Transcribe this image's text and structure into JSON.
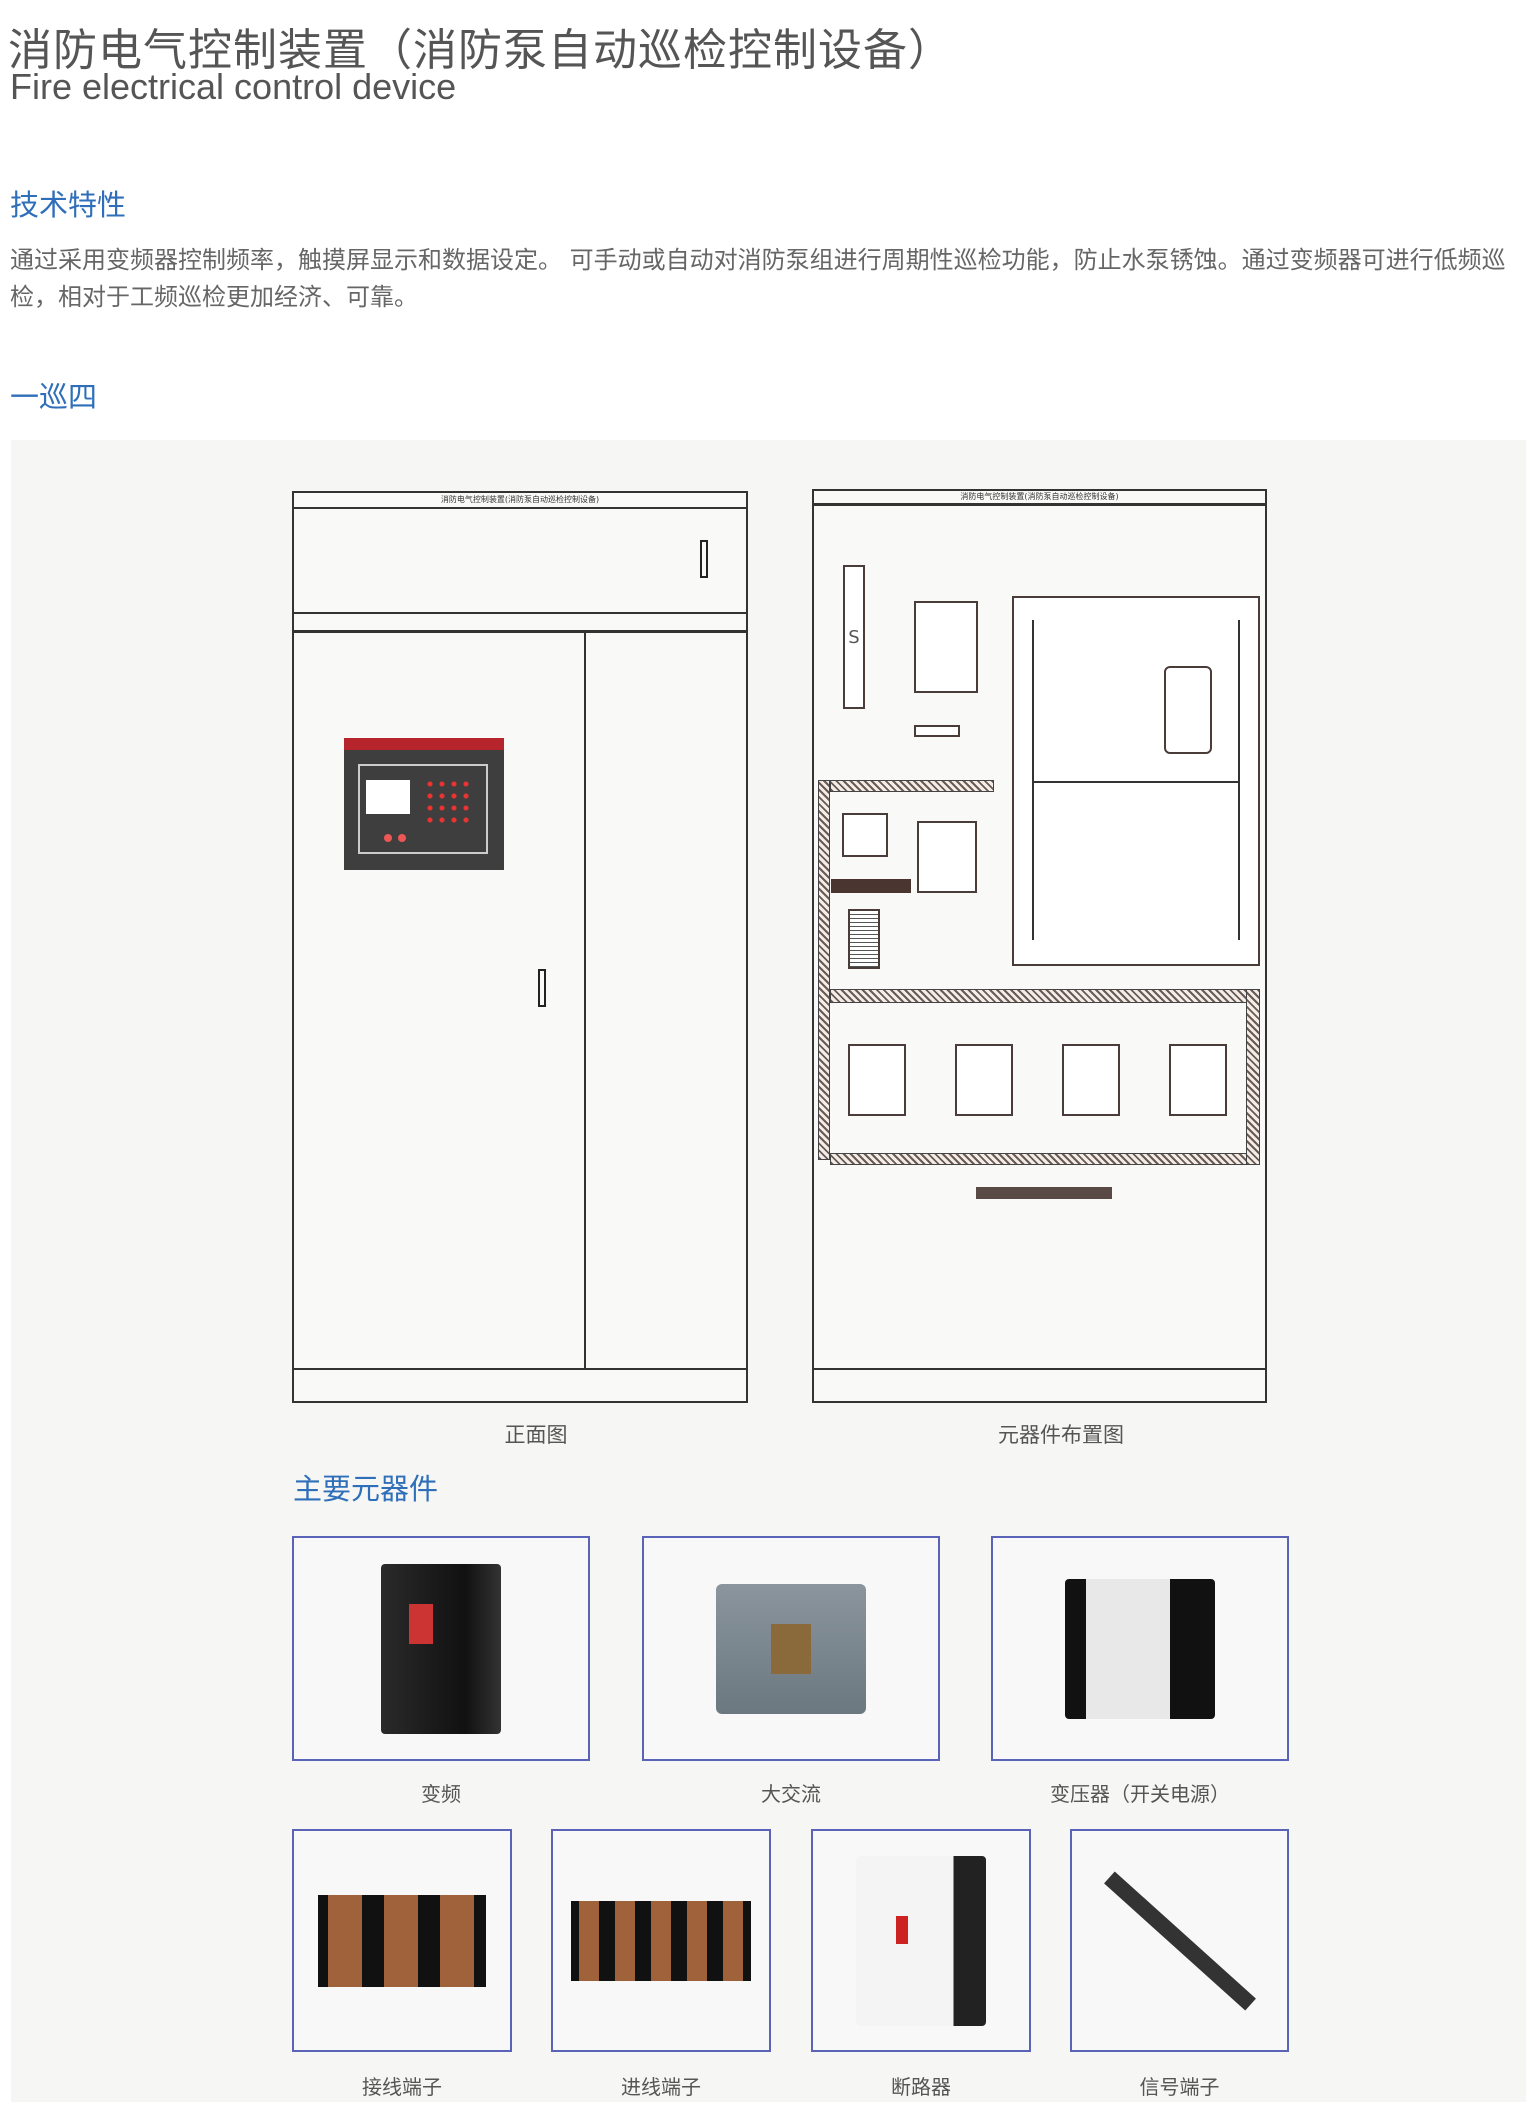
{
  "header": {
    "title": "消防电气控制装置（消防泵自动巡检控制设备）",
    "subtitle": "Fire electrical control device"
  },
  "tech": {
    "heading": "技术特性",
    "description": "通过采用变频器控制频率，触摸屏显示和数据设定。 可手动或自动对消防泵组进行周期性巡检功能，防止水泵锈蚀。通过变频器可进行低频巡检，相对于工频巡检更加经济、可靠。"
  },
  "model": {
    "heading": "一巡四"
  },
  "drawings": {
    "cabinet_label": "消防电气控制装置(消防泵自动巡检控制设备)",
    "front_caption": "正面图",
    "layout_caption": "元器件布置图",
    "switch_letter": "S"
  },
  "components": {
    "heading": "主要元器件",
    "row1": [
      {
        "label": "变频"
      },
      {
        "label": "大交流"
      },
      {
        "label": "变压器（开关电源）"
      }
    ],
    "row2": [
      {
        "label": "接线端子"
      },
      {
        "label": "进线端子"
      },
      {
        "label": "断路器"
      },
      {
        "label": "信号端子"
      }
    ]
  },
  "colors": {
    "accent": "#2f6fba",
    "panel": "#f6f6f4",
    "frame": "#5a63b8",
    "brand_red": "#b5252b"
  }
}
